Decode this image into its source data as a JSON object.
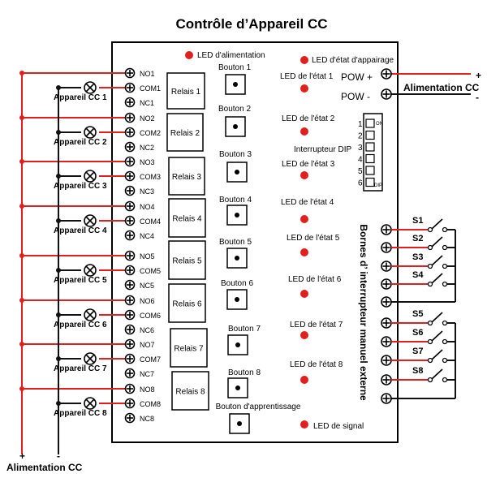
{
  "title": "Contrôle d’Appareil CC",
  "colors": {
    "wire_pos": "#e0201c",
    "wire_neg": "#111111",
    "led": "#e0201c",
    "board": "#000000"
  },
  "icons": {
    "terminal": "terminal-screw-icon",
    "lamp": "lamp-icon",
    "led": "led-dot-icon",
    "switch": "toggle-switch-icon"
  },
  "board": {
    "led_power": "LED d'alimentation",
    "led_pairing": "LED d'état d'appairage",
    "led_signal": "LED de signal",
    "learn_button": "Bouton d'apprentissage",
    "dip_label": "Interrupteur DIP",
    "dip_on": "ON",
    "dip_dip": "DIP",
    "dip_numbers": [
      "1",
      "2",
      "3",
      "4",
      "5",
      "6"
    ]
  },
  "channels": [
    {
      "relay": "Relais 1",
      "button": "Bouton 1",
      "led": "LED de l'état 1",
      "device": "Appareil CC 1",
      "no": "NO1",
      "com": "COM1",
      "nc": "NC1"
    },
    {
      "relay": "Relais 2",
      "button": "Bouton 2",
      "led": "LED de l'état 2",
      "device": "Appareil CC 2",
      "no": "NO2",
      "com": "COM2",
      "nc": "NC2"
    },
    {
      "relay": "Relais 3",
      "button": "Bouton 3",
      "led": "LED de l'état 3",
      "device": "Appareil CC 3",
      "no": "NO3",
      "com": "COM3",
      "nc": "NC3"
    },
    {
      "relay": "Relais 4",
      "button": "Bouton 4",
      "led": "LED de l'état 4",
      "device": "Appareil CC 4",
      "no": "NO4",
      "com": "COM4",
      "nc": "NC4"
    },
    {
      "relay": "Relais 5",
      "button": "Bouton 5",
      "led": "LED de l'état 5",
      "device": "Appareil CC 5",
      "no": "NO5",
      "com": "COM5",
      "nc": "NC5"
    },
    {
      "relay": "Relais 6",
      "button": "Bouton 6",
      "led": "LED de l'état 6",
      "device": "Appareil CC 6",
      "no": "NO6",
      "com": "COM6",
      "nc": "NC6"
    },
    {
      "relay": "Relais 7",
      "button": "Bouton 7",
      "led": "LED de l'état 7",
      "device": "Appareil CC 7",
      "no": "NO7",
      "com": "COM7",
      "nc": "NC7"
    },
    {
      "relay": "Relais 8",
      "button": "Bouton 8",
      "led": "LED de l'état 8",
      "device": "Appareil CC 8",
      "no": "NO8",
      "com": "COM8",
      "nc": "NC8"
    }
  ],
  "power_right": {
    "pos": "POW +",
    "neg": "POW -",
    "label": "Alimentation CC",
    "plus": "+",
    "minus": "-"
  },
  "power_bottom": {
    "label": "Alimentation CC",
    "plus": "+",
    "minus": "-"
  },
  "switches": {
    "vertical_label": "Bornes d’ interrupteur manuel externe",
    "labels": [
      "S1",
      "S2",
      "S3",
      "S4",
      "S5",
      "S6",
      "S7",
      "S8"
    ]
  }
}
